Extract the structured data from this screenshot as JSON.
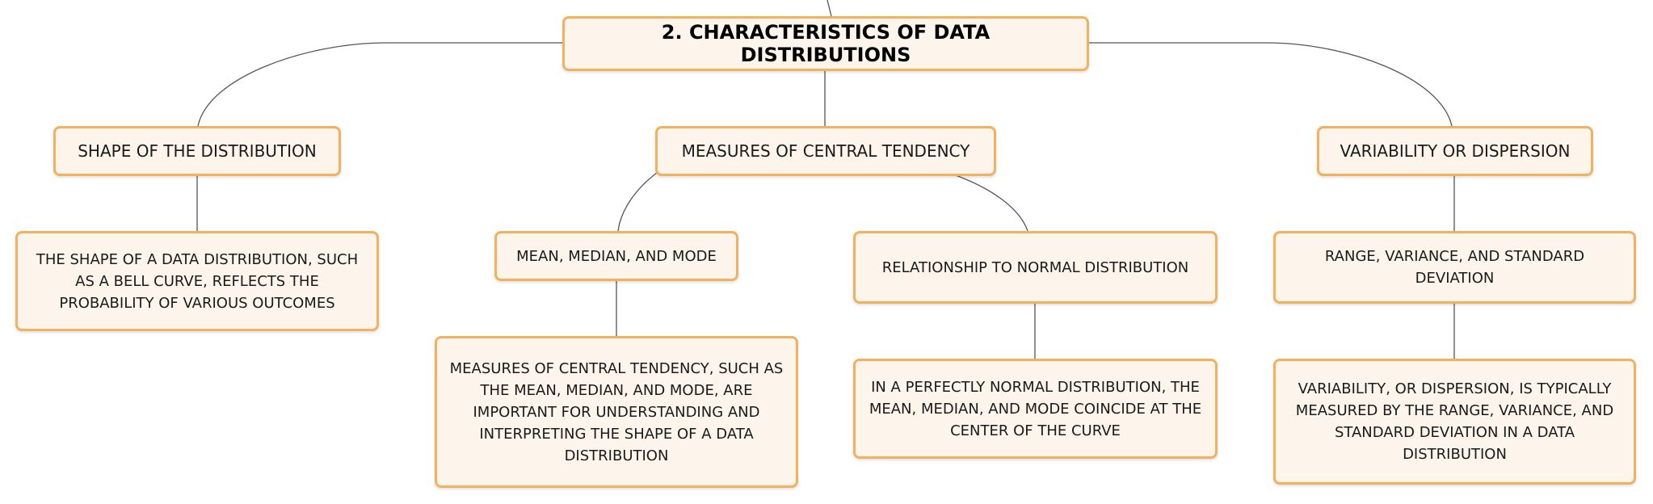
{
  "colors": {
    "node_border": "#f3b05e",
    "node_fill": "#fdf5ec",
    "connector": "#555555",
    "text": "#1a1a1a"
  },
  "mindmap": {
    "root": {
      "label": "2. CHARACTERISTICS OF DATA DISTRIBUTIONS"
    },
    "branches": [
      {
        "label": "SHAPE OF THE DISTRIBUTION",
        "description": "THE SHAPE OF A DATA DISTRIBUTION, SUCH AS A BELL CURVE, REFLECTS THE PROBABILITY OF VARIOUS OUTCOMES"
      },
      {
        "label": "MEASURES OF CENTRAL TENDENCY",
        "children": [
          {
            "label": "MEAN, MEDIAN, AND MODE",
            "description": "MEASURES OF CENTRAL TENDENCY, SUCH AS THE MEAN, MEDIAN, AND MODE, ARE IMPORTANT FOR UNDERSTANDING AND INTERPRETING THE SHAPE OF A DATA DISTRIBUTION"
          },
          {
            "label": "RELATIONSHIP TO NORMAL DISTRIBUTION",
            "description": "IN A PERFECTLY NORMAL DISTRIBUTION, THE MEAN, MEDIAN, AND MODE COINCIDE AT THE CENTER OF THE CURVE"
          }
        ]
      },
      {
        "label": "VARIABILITY OR DISPERSION",
        "children": [
          {
            "label": "RANGE, VARIANCE, AND STANDARD DEVIATION",
            "description": "VARIABILITY, OR DISPERSION, IS TYPICALLY MEASURED BY THE RANGE, VARIANCE, AND STANDARD DEVIATION IN A DATA DISTRIBUTION"
          }
        ]
      }
    ]
  }
}
